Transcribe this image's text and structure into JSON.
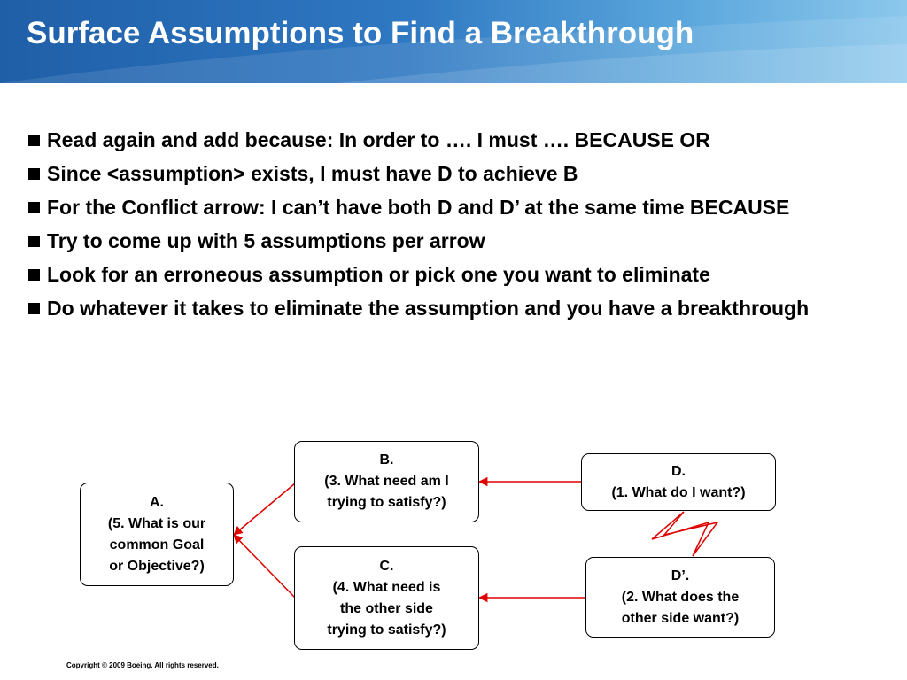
{
  "slide": {
    "title": "Surface Assumptions to Find a Breakthrough",
    "bullets": [
      "Read again and add because:  In order to …. I must …. BECAUSE OR",
      "Since <assumption> exists, I must have D to achieve B",
      "For the Conflict arrow:  I can’t have both D and D’ at the same time BECAUSE",
      "Try to come up with 5 assumptions per arrow",
      "Look for an erroneous assumption or pick one you want to eliminate",
      "Do whatever it takes to eliminate the assumption and you have a breakthrough"
    ],
    "copyright": "Copyright © 2009 Boeing. All rights reserved."
  },
  "diagram": {
    "arrow_color": "#e00000",
    "boxes": {
      "a": {
        "letter": "A.",
        "lines": [
          "(5. What is our",
          "common Goal",
          "or Objective?)"
        ]
      },
      "b": {
        "letter": "B.",
        "lines": [
          "(3. What need am I",
          "trying to satisfy?)"
        ]
      },
      "c": {
        "letter": "C.",
        "lines": [
          "(4. What need is",
          "the other side",
          "trying to satisfy?)"
        ]
      },
      "d": {
        "letter": "D.",
        "lines": [
          "(1. What do I want?)"
        ]
      },
      "d_prime": {
        "letter": "D’.",
        "lines": [
          "(2. What does the",
          "other side want?)"
        ]
      }
    }
  },
  "colors": {
    "header_start": "#1f5fa8",
    "header_end": "#8cc8ec",
    "title_text": "#ffffff"
  }
}
